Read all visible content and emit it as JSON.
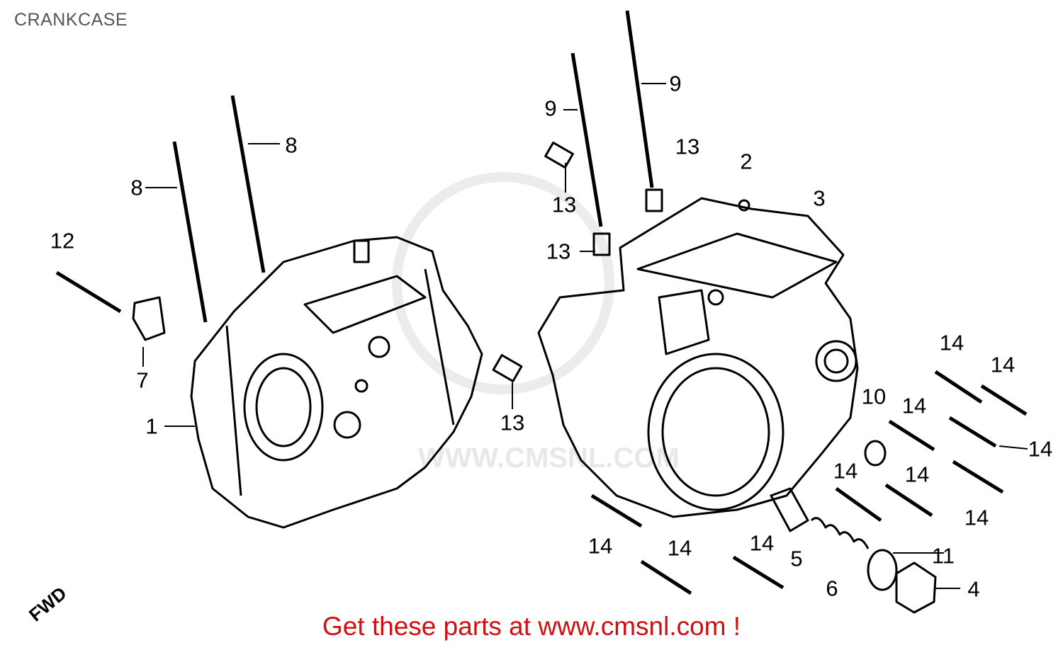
{
  "title": "CRANKCASE",
  "footer": "Get these parts at www.cmsnl.com !",
  "watermark": "WWW.CMSNL.COM",
  "fwd_label": "FWD",
  "callouts": [
    "12",
    "8",
    "8",
    "7",
    "1",
    "9",
    "9",
    "13",
    "13",
    "13",
    "2",
    "3",
    "13",
    "14",
    "14",
    "10",
    "14",
    "14",
    "14",
    "14",
    "14",
    "14",
    "14",
    "14",
    "5",
    "11",
    "6",
    "4"
  ]
}
